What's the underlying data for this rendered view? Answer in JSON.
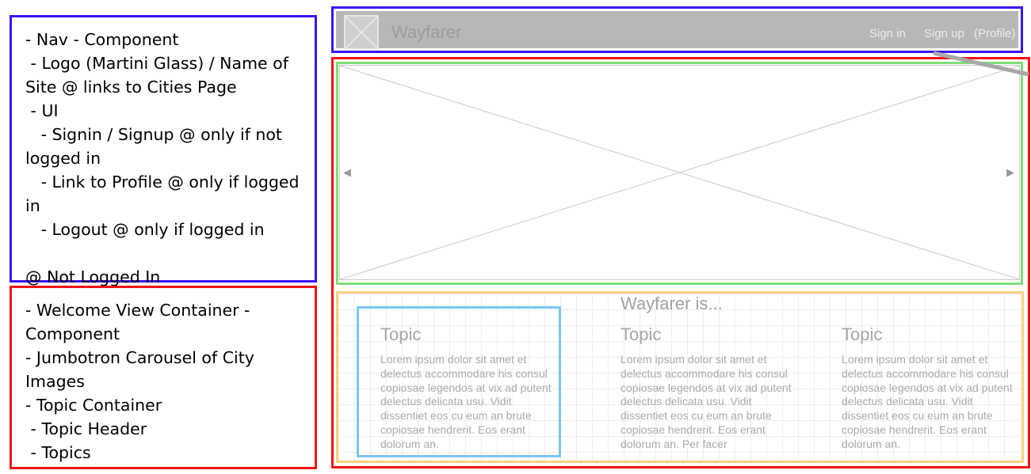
{
  "notes": {
    "nav": "- Nav - Component\n - Logo (Martini Glass) / Name of Site @ links to Cities Page\n - UI\n   - Signin / Signup @ only if not logged in\n   - Link to Profile @ only if logged in\n   - Logout @ only if logged in\n\n@ Not Logged In",
    "welcome": "- Welcome View Container - Component\n- Jumbotron Carousel of City Images\n- Topic Container\n - Topic Header\n - Topics"
  },
  "nav": {
    "site_name": "Wayfarer",
    "sign_in": "Sign in",
    "sign_up": "Sign up",
    "profile": "(Profile)"
  },
  "carousel": {
    "prev_arrow": "◀",
    "next_arrow": "▶"
  },
  "topics": {
    "title": "Wayfarer is...",
    "items": [
      {
        "title": "Topic",
        "body": "Lorem ipsum dolor sit amet et delectus accommodare his consul copiosae legendos at vix ad putent delectus delicata usu. Vidit dissentiet eos cu eum an brute copiosae hendrerit. Eos erant dolorum an."
      },
      {
        "title": "Topic",
        "body": "Lorem ipsum dolor sit amet et delectus accommodare his consul copiosae legendos at vix ad putent delectus delicata usu. Vidit dissentiet eos cu eum an brute copiosae hendrerit. Eos erant dolorum an. Per facer"
      },
      {
        "title": "Topic",
        "body": "Lorem ipsum dolor sit amet et delectus accommodare his consul copiosae legendos at vix ad putent delectus delicata usu. Vidit dissentiet eos cu eum an brute copiosae hendrerit. Eos erant dolorum an."
      }
    ]
  },
  "colors": {
    "nav_frame": "#3a14f0",
    "welcome_frame": "#f01414",
    "carousel_frame": "#7fdc7a",
    "topics_frame": "#f7d183",
    "topic_highlight": "#79c6f2",
    "navbar_bg": "#b7b7b7"
  }
}
